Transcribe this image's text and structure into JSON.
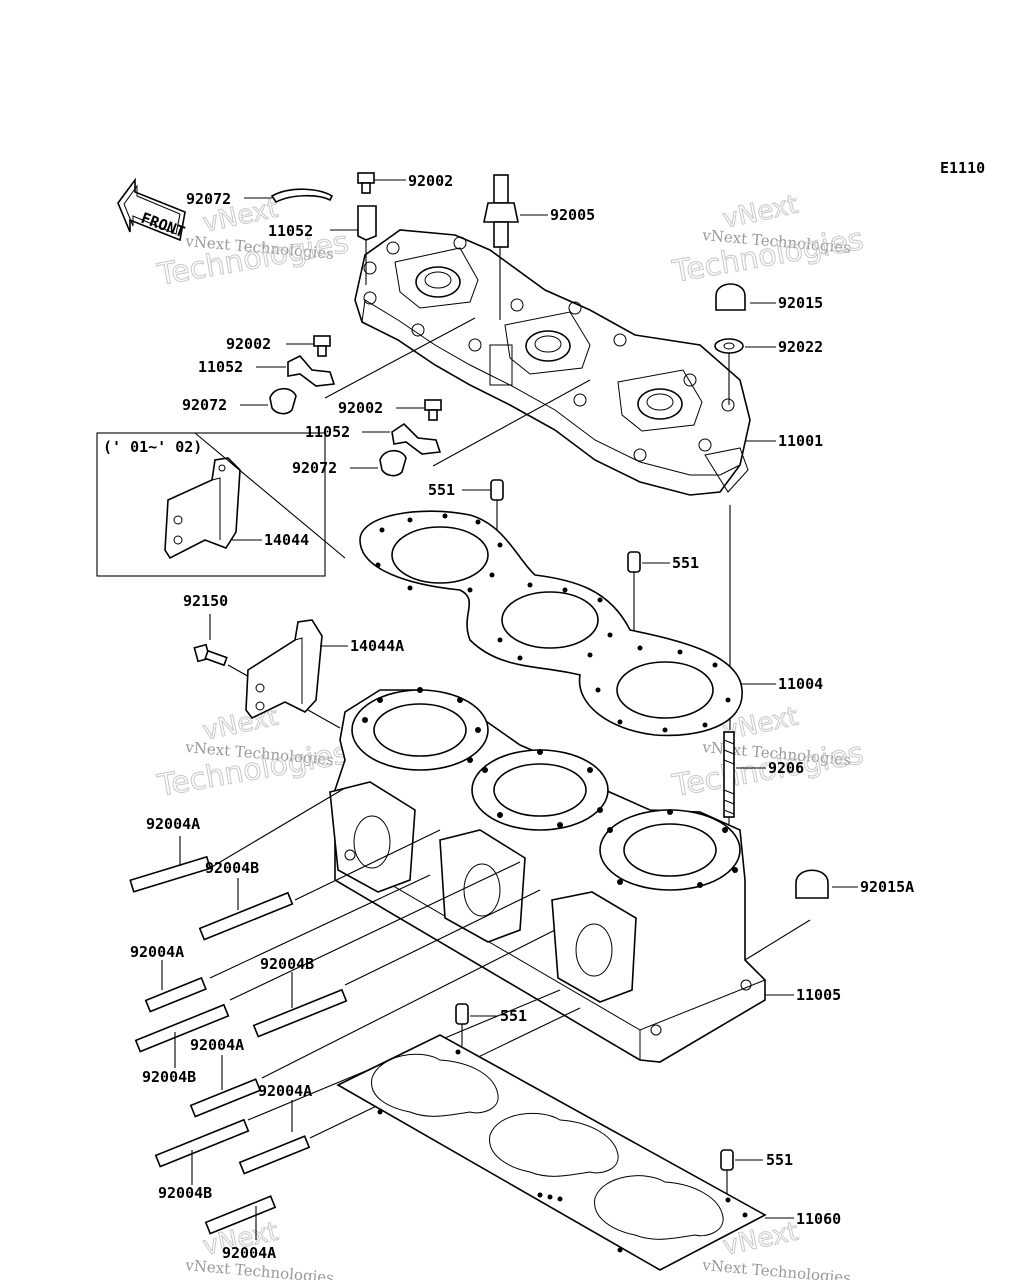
{
  "diagram_code": "E1110",
  "watermark": {
    "brand": "vNext",
    "line1": "vNext Technologies",
    "line2": "Technologies"
  },
  "front_arrow_text": "FRONT",
  "inset": {
    "year_range": "(' 01~' 02)",
    "part": "14044"
  },
  "labels": {
    "p92072_a": "92072",
    "p11052_a": "11052",
    "p92002_a": "92002",
    "p92005": "92005",
    "p92015": "92015",
    "p92022": "92022",
    "p92002_b": "92002",
    "p11052_b": "11052",
    "p92072_b": "92072",
    "p92002_c": "92002",
    "p11052_c": "11052",
    "p92072_c": "92072",
    "p11001": "11001",
    "p551_a": "551",
    "p551_b": "551",
    "p92150": "92150",
    "p14044A": "14044A",
    "p11004": "11004",
    "p9206": "9206",
    "p92004A_1": "92004A",
    "p92004B_1": "92004B",
    "p92015A": "92015A",
    "p92004A_2": "92004A",
    "p92004B_2": "92004B",
    "p11005": "11005",
    "p551_c": "551",
    "p92004B_3": "92004B",
    "p92004A_3": "92004A",
    "p92004A_4": "92004A",
    "p551_d": "551",
    "p92004B_4": "92004B",
    "p11060": "11060",
    "p92004A_5": "92004A"
  }
}
